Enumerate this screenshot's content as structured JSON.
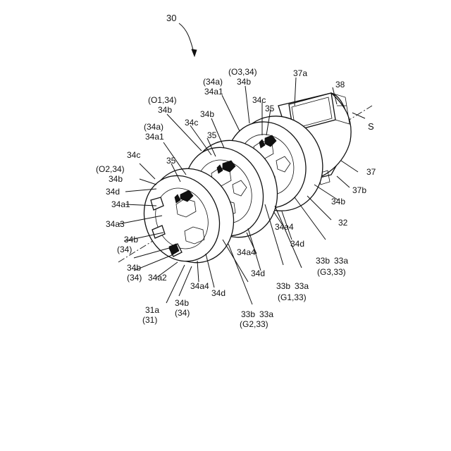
{
  "figure": {
    "labels": [
      {
        "id": "ref-30",
        "text": "30"
      },
      {
        "id": "o3-34",
        "text": "(O3,34)"
      },
      {
        "id": "34a-top",
        "text": "(34a)"
      },
      {
        "id": "34a1-top",
        "text": "34a1"
      },
      {
        "id": "34b-top",
        "text": "34b"
      },
      {
        "id": "37a",
        "text": "37a"
      },
      {
        "id": "38",
        "text": "38"
      },
      {
        "id": "o1-34",
        "text": "(O1,34)"
      },
      {
        "id": "34b-o1",
        "text": "34b"
      },
      {
        "id": "34c-r",
        "text": "34c"
      },
      {
        "id": "35-r",
        "text": "35"
      },
      {
        "id": "s-axis",
        "text": "S"
      },
      {
        "id": "34b-mid",
        "text": "34b"
      },
      {
        "id": "34a-mid",
        "text": "(34a)"
      },
      {
        "id": "34a1-mid",
        "text": "34a1"
      },
      {
        "id": "34c-mid",
        "text": "34c"
      },
      {
        "id": "35-mid",
        "text": "35"
      },
      {
        "id": "34c-left",
        "text": "34c"
      },
      {
        "id": "35-left",
        "text": "35"
      },
      {
        "id": "37",
        "text": "37"
      },
      {
        "id": "o2-34",
        "text": "(O2,34)"
      },
      {
        "id": "34b-o2",
        "text": "34b"
      },
      {
        "id": "37b",
        "text": "37b"
      },
      {
        "id": "34d-left",
        "text": "34d"
      },
      {
        "id": "34a1-left",
        "text": "34a1"
      },
      {
        "id": "34b-right",
        "text": "34b"
      },
      {
        "id": "32",
        "text": "32"
      },
      {
        "id": "34a3",
        "text": "34a3"
      },
      {
        "id": "34a4-r",
        "text": "34a4"
      },
      {
        "id": "34b-l1",
        "text": "34b"
      },
      {
        "id": "34-l1",
        "text": "(34)"
      },
      {
        "id": "34d-r",
        "text": "34d"
      },
      {
        "id": "34a4-m",
        "text": "34a4"
      },
      {
        "id": "33b-g3",
        "text": "33b"
      },
      {
        "id": "33a-g3",
        "text": "33a"
      },
      {
        "id": "g3-33",
        "text": "(G3,33)"
      },
      {
        "id": "34b-l2",
        "text": "34b"
      },
      {
        "id": "34-l2",
        "text": "(34)"
      },
      {
        "id": "34a2",
        "text": "34a2"
      },
      {
        "id": "34d-m",
        "text": "34d"
      },
      {
        "id": "33b-g1",
        "text": "33b"
      },
      {
        "id": "33a-g1",
        "text": "33a"
      },
      {
        "id": "g1-33",
        "text": "(G1,33)"
      },
      {
        "id": "34a4-l",
        "text": "34a4"
      },
      {
        "id": "34d-l",
        "text": "34d"
      },
      {
        "id": "34b-bot",
        "text": "34b"
      },
      {
        "id": "34-bot",
        "text": "(34)"
      },
      {
        "id": "31a",
        "text": "31a"
      },
      {
        "id": "31",
        "text": "(31)"
      },
      {
        "id": "33b-g2",
        "text": "33b"
      },
      {
        "id": "33a-g2",
        "text": "33a"
      },
      {
        "id": "g2-33",
        "text": "(G2,33)"
      }
    ]
  }
}
